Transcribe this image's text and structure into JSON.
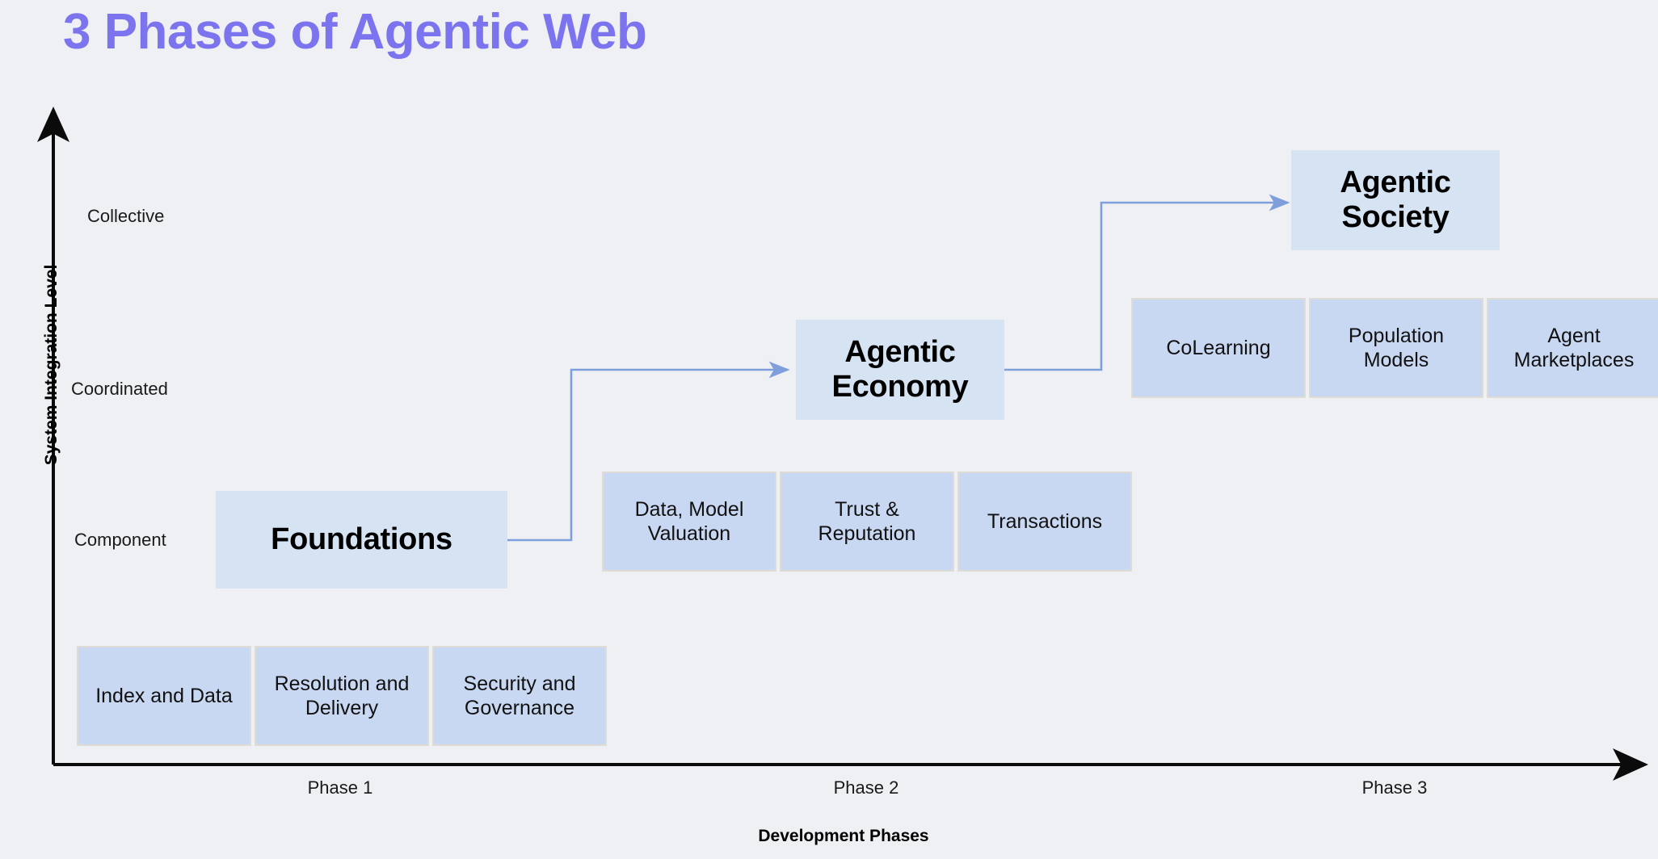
{
  "title": "3 Phases of Agentic Web",
  "axes": {
    "y_label": "System Integration Level",
    "x_label": "Development Phases",
    "y_ticks": [
      "Collective",
      "Coordinated",
      "Component"
    ],
    "x_ticks": [
      "Phase 1",
      "Phase 2",
      "Phase 3"
    ]
  },
  "colors": {
    "background": "#eef0f4",
    "title": "#7b74ee",
    "milestone_fill": "#d6e3f3",
    "subbox_fill": "#c9d8f2",
    "subbox_border": "#dedcd5",
    "connector": "#7f9fdc",
    "axis": "#0b0b0b",
    "text": "#111111"
  },
  "milestones": [
    {
      "label": "Foundations",
      "phase": "Phase 1",
      "level": "Component"
    },
    {
      "label": "Agentic\nEconomy",
      "line1": "Agentic",
      "line2": "Economy",
      "phase": "Phase 2",
      "level": "Coordinated"
    },
    {
      "label": "Agentic\nSociety",
      "line1": "Agentic",
      "line2": "Society",
      "phase": "Phase 3",
      "level": "Collective"
    }
  ],
  "phase_components": [
    {
      "phase": "Phase 1",
      "items": [
        "Index and Data",
        "Resolution and Delivery",
        "Security and Governance"
      ]
    },
    {
      "phase": "Phase 2",
      "items": [
        "Data, Model Valuation",
        "Trust & Reputation",
        "Transactions"
      ]
    },
    {
      "phase": "Phase 3",
      "items": [
        "CoLearning",
        "Population Models",
        "Agent Marketplaces"
      ]
    }
  ],
  "connectors": [
    {
      "from": "Foundations",
      "to": "Agentic Economy"
    },
    {
      "from": "Agentic Economy",
      "to": "Agentic Society"
    }
  ],
  "chart_data": {
    "type": "diagram",
    "title": "3 Phases of Agentic Web",
    "xlabel": "Development Phases",
    "ylabel": "System Integration Level",
    "x_categories": [
      "Phase 1",
      "Phase 2",
      "Phase 3"
    ],
    "y_categories": [
      "Component",
      "Coordinated",
      "Collective"
    ],
    "points": [
      {
        "x": "Phase 1",
        "y": "Component",
        "label": "Foundations"
      },
      {
        "x": "Phase 2",
        "y": "Coordinated",
        "label": "Agentic Economy"
      },
      {
        "x": "Phase 3",
        "y": "Collective",
        "label": "Agentic Society"
      }
    ],
    "grid": false,
    "legend": "none"
  }
}
